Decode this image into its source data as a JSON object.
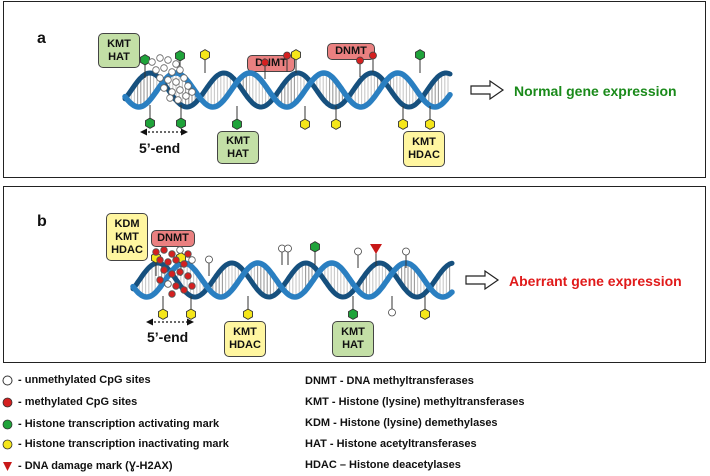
{
  "panel_a": {
    "letter": "a",
    "boxes": [
      {
        "lines": [
          "KMT",
          "HAT"
        ],
        "style": "green"
      },
      {
        "lines": [
          "DNMT"
        ],
        "style": "red"
      },
      {
        "lines": [
          "DNMT"
        ],
        "style": "red"
      },
      {
        "lines": [
          "KMT",
          "HAT"
        ],
        "style": "green"
      },
      {
        "lines": [
          "KMT",
          "HDAC"
        ],
        "style": "yellow"
      }
    ],
    "five_end": "5’-end",
    "outcome": "Normal gene expression",
    "outcome_color": "#1a8a1a"
  },
  "panel_b": {
    "letter": "b",
    "boxes": [
      {
        "lines": [
          "KDM",
          "KMT",
          "HDAC"
        ],
        "style": "yellow"
      },
      {
        "lines": [
          "DNMT"
        ],
        "style": "red"
      },
      {
        "lines": [
          "KMT",
          "HDAC"
        ],
        "style": "yellow"
      },
      {
        "lines": [
          "KMT",
          "HAT"
        ],
        "style": "green"
      }
    ],
    "five_end": "5’-end",
    "outcome": "Aberrant gene expression",
    "outcome_color": "#e01a1a"
  },
  "legend": {
    "symbols": [
      {
        "icon": "white-circle-icon",
        "label": "- unmethylated CpG sites"
      },
      {
        "icon": "red-circle-icon",
        "label": "- methylated CpG sites"
      },
      {
        "icon": "green-circle-icon",
        "label": "- Histone transcription activating mark"
      },
      {
        "icon": "yellow-circle-icon",
        "label": "- Histone transcription inactivating mark"
      },
      {
        "icon": "red-triangle-icon",
        "label": "- DNA damage mark (Ɣ-H2AX)"
      }
    ],
    "abbreviations": [
      "DNMT - DNA methyltransferases",
      "KMT  - Histone (lysine) methyltransferases",
      "KDM  - Histone (lysine) demethylases",
      "HAT - Histone acetyltransferases",
      "HDAC – Histone deacetylases"
    ]
  },
  "colors": {
    "dna": "#2a7fc1",
    "dna_dark": "#16507e",
    "green_mark": "#1fa33a",
    "yellow_mark": "#f5e61a",
    "red_mark": "#d42020",
    "white_mark": "#ffffff"
  }
}
